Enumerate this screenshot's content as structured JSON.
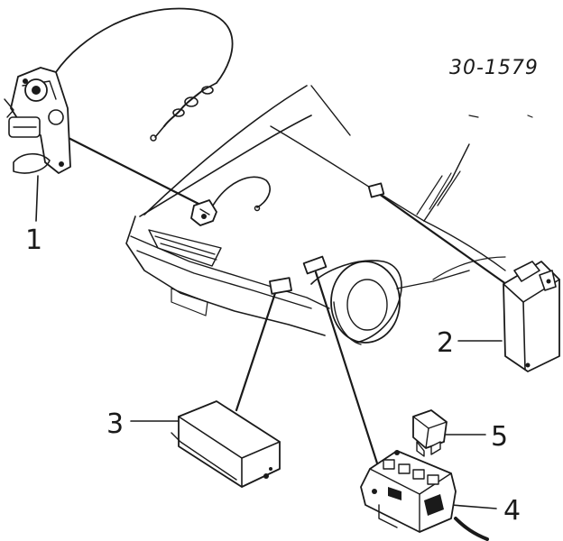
{
  "diagram": {
    "part_code": "30-1579",
    "callouts": [
      {
        "id": "1",
        "text": "1"
      },
      {
        "id": "2",
        "text": "2"
      },
      {
        "id": "3",
        "text": "3"
      },
      {
        "id": "4",
        "text": "4"
      },
      {
        "id": "5",
        "text": "5"
      }
    ],
    "colors": {
      "ink": "#1a1a1a",
      "background": "#ffffff"
    }
  }
}
